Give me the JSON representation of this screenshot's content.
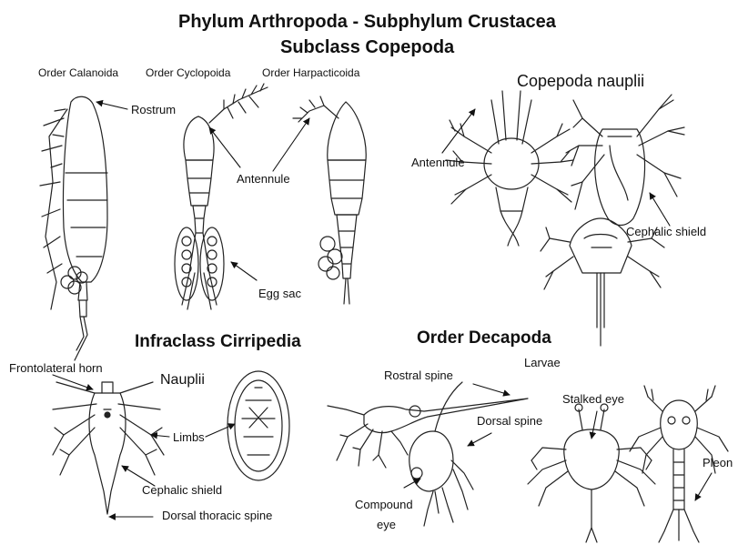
{
  "title_line1": "Phylum Arthropoda - Subphylum Crustacea",
  "title_line2": "Subclass Copepoda",
  "orders": {
    "calanoida": "Order Calanoida",
    "cyclopoida": "Order Cyclopoida",
    "harpacticoida": "Order Harpacticoida"
  },
  "copepoda_nauplii": "Copepoda nauplii",
  "cirripedia": {
    "heading": "Infraclass Cirripedia",
    "nauplii": "Nauplii"
  },
  "decapoda": {
    "heading": "Order Decapoda",
    "larvae": "Larvae"
  },
  "labels": {
    "rostrum": "Rostrum",
    "antennule_left": "Antennule",
    "egg_sac": "Egg sac",
    "antennule_right": "Antennule",
    "cephalic_shield_top": "Cephalic shield",
    "frontolateral_horn": "Frontolateral horn",
    "limbs": "Limbs",
    "cephalic_shield_bottom": "Cephalic shield",
    "dorsal_thoracic_spine": "Dorsal thoracic spine",
    "rostral_spine": "Rostral spine",
    "dorsal_spine": "Dorsal spine",
    "stalked_eye": "Stalked eye",
    "compound_eye_1": "Compound",
    "compound_eye_2": "eye",
    "pleon": "Pleon"
  }
}
